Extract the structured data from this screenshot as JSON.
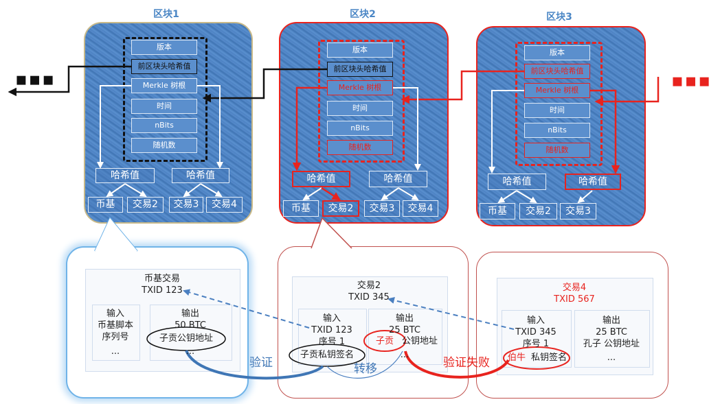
{
  "blocks": [
    {
      "title": "区块1",
      "fields": [
        "版本",
        "前区块头哈希值",
        "Merkle 树根",
        "时间",
        "nBits",
        "随机数"
      ],
      "hashes": [
        "哈希值",
        "哈希值"
      ],
      "txs": [
        "币基",
        "交易2",
        "交易3",
        "交易4"
      ]
    },
    {
      "title": "区块2",
      "fields": [
        "版本",
        "前区块头哈希值",
        "Merkle 树根",
        "时间",
        "nBits",
        "随机数"
      ],
      "hashes": [
        "哈希值",
        "哈希值"
      ],
      "txs": [
        "币基",
        "交易2",
        "交易3",
        "交易4"
      ]
    },
    {
      "title": "区块3",
      "fields": [
        "版本",
        "前区块头哈希值",
        "Merkle 树根",
        "时间",
        "nBits",
        "随机数"
      ],
      "hashes": [
        "哈希值",
        "哈希值"
      ],
      "txs": [
        "币基",
        "交易2",
        "交易3"
      ]
    }
  ],
  "ellipsis": "▪▪▪",
  "tx_details": {
    "coinbase": {
      "title": "币基交易",
      "txid": "TXID 123",
      "in_label": "输入",
      "in_line1": "币基脚本",
      "in_line2": "序列号",
      "in_more": "...",
      "out_label": "输出",
      "out_amount": "50 BTC",
      "out_addr": "子贡公钥地址",
      "out_more": "..."
    },
    "tx2": {
      "title": "交易2",
      "txid": "TXID 345",
      "in_label": "输入",
      "in_txid": "TXID 123",
      "in_seq": "序号 1",
      "in_sig": "子贡私钥签名",
      "out_label": "输出",
      "out_amount": "25 BTC",
      "out_owner": "子贡",
      "out_addr": "公钥地址",
      "out_more": "..."
    },
    "tx4": {
      "title": "交易4",
      "txid": "TXID 567",
      "in_label": "输入",
      "in_txid": "TXID 345",
      "in_seq": "序号 1",
      "in_sig_owner": "伯牛",
      "in_sig": "私钥签名",
      "out_label": "输出",
      "out_amount": "25 BTC",
      "out_addr": "孔子 公钥地址",
      "out_more": "..."
    }
  },
  "labels": {
    "verify": "验证",
    "transfer": "转移",
    "verify_fail": "验证失败"
  },
  "colors": {
    "block_blue": "#4a80c2",
    "accent_red": "#e8231e",
    "title_blue": "#4a86c5"
  }
}
